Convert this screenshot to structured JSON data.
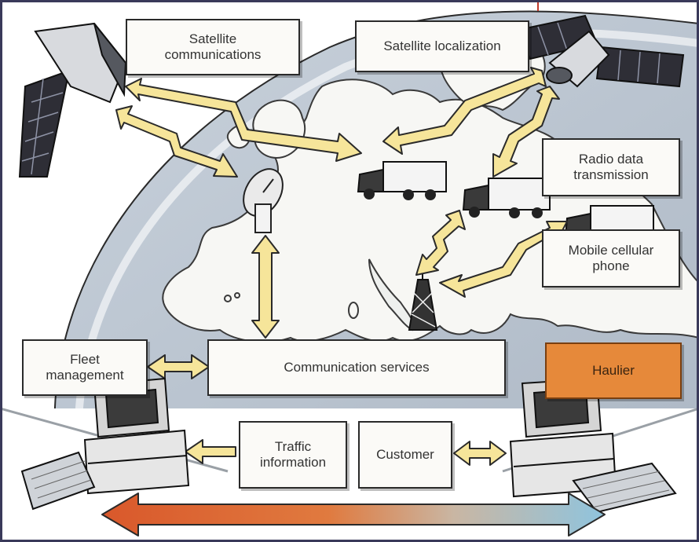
{
  "labels": {
    "satellite_communications": "Satellite\ncommunications",
    "satellite_localization": "Satellite localization",
    "radio_data_transmission": "Radio data\ntransmission",
    "mobile_cellular_phone": "Mobile cellular\nphone",
    "fleet_management": "Fleet\nmanagement",
    "communication_services": "Communication services",
    "haulier": "Haulier",
    "traffic_information": "Traffic\ninformation",
    "customer": "Customer"
  },
  "colors": {
    "arrow_fill": "#f6e59a",
    "arrow_stroke": "#2a2a2a",
    "haulier_fill": "#e6893a",
    "bottom_arrow_left": "#d9582b",
    "bottom_arrow_right": "#8fc4de",
    "earth": "#bcc6d2",
    "land": "#f7f7f4"
  }
}
